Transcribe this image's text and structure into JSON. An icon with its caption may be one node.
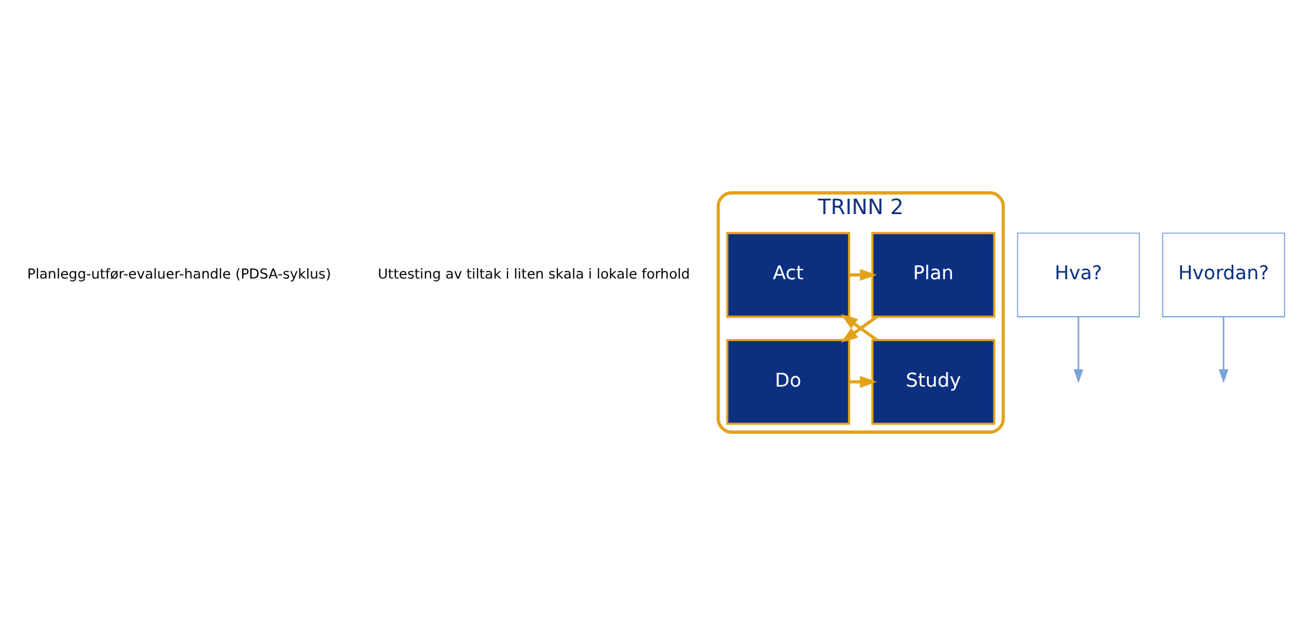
{
  "diagram": {
    "nodes": [
      {
        "text": [
          "TRINN 2"
        ]
      },
      {
        "text": [
          "Act"
        ],
        "in": 0
      },
      {
        "text": [
          "Plan"
        ],
        "in": 0
      },
      {
        "text": [
          "Study"
        ],
        "in": 0
      },
      {
        "text": [
          "Do"
        ],
        "in": 0
      },
      {
        "text": [
          "Hva?"
        ]
      },
      {
        "text": [
          "Hvordan?"
        ]
      }
    ],
    "edges": [
      {
        "from": 1,
        "to": 2,
        "arrow": "to"
      },
      {
        "from": 2,
        "to": 4,
        "arrow": "to"
      },
      {
        "from": 4,
        "to": 3,
        "arrow": "to"
      },
      {
        "from": 3,
        "to": 1,
        "arrow": "to"
      },
      {
        "from": 5,
        "to": null,
        "arrow": "to",
        "color": "#7aa3dc"
      },
      {
        "from": 6,
        "to": null,
        "arrow": "to",
        "color": "#7aa3dc"
      }
    ],
    "labels": [
      "Planlegg-utfør-evaluer-handle (PDSA-syklus)",
      "Uttesting av tiltak i liten skala i lokale forhold"
    ]
  }
}
